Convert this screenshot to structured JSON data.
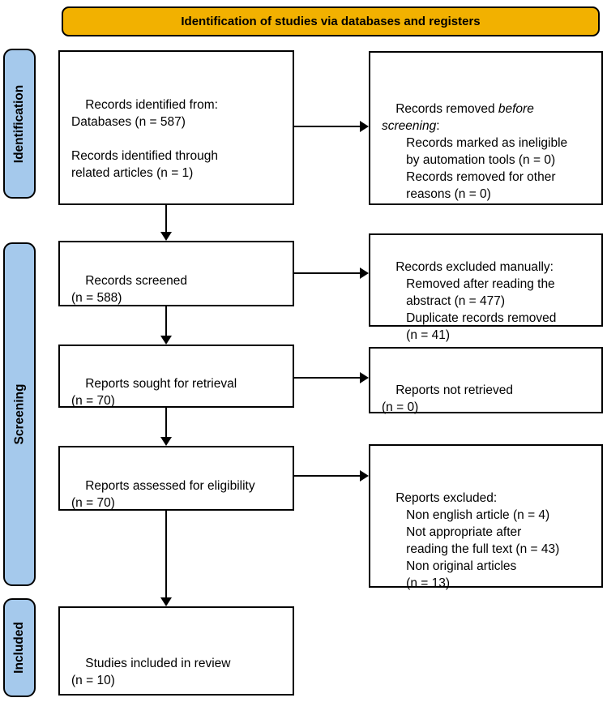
{
  "banner": {
    "label": "Identification of studies via databases and registers"
  },
  "sidebar": {
    "identification": "Identification",
    "screening": "Screening",
    "included": "Included"
  },
  "colors": {
    "banner_bg": "#F2B100",
    "sidebar_bg": "#A5C9EC",
    "line": "#000000"
  },
  "boxes": {
    "records_identified": {
      "text": "Records identified from:\nDatabases (n = 587)\n\nRecords identified through\nrelated articles (n = 1)"
    },
    "records_removed": {
      "pre": "Records removed ",
      "italic": "before\nscreening",
      "post": ":\n       Records marked as ineligible\n       by automation tools (n = 0)\n       Records removed for other\n       reasons (n = 0)"
    },
    "records_screened": {
      "text": "Records screened\n(n = 588)"
    },
    "records_excluded": {
      "text": "Records excluded manually:\n       Removed after reading the\n       abstract (n = 477)\n       Duplicate records removed\n       (n = 41)"
    },
    "reports_sought": {
      "text": "Reports sought for retrieval\n(n = 70)"
    },
    "reports_not_retrieved": {
      "text": "Reports not retrieved\n(n = 0)"
    },
    "reports_assessed": {
      "text": "Reports assessed for eligibility\n(n = 70)"
    },
    "reports_excluded": {
      "text": "Reports excluded:\n       Non english article (n = 4)\n       Not appropriate after\n       reading the full text (n = 43)\n       Non original articles\n       (n = 13)"
    },
    "studies_included": {
      "text": "Studies included in review\n(n = 10)"
    }
  }
}
